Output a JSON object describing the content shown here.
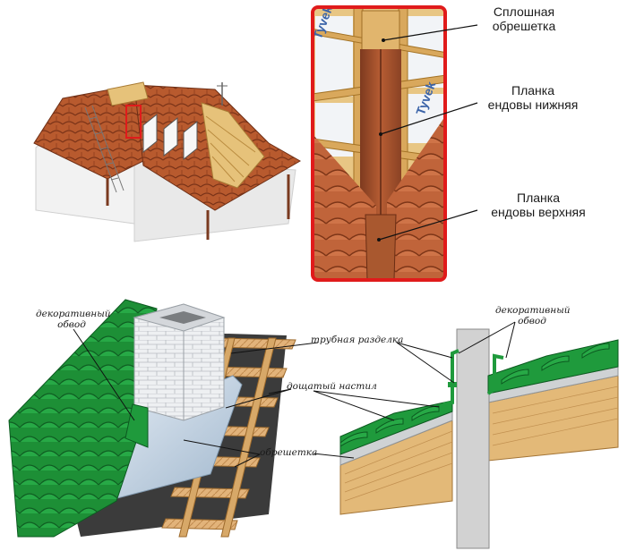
{
  "top_callouts": {
    "continuous_lathing": [
      "Сплошная",
      "обрешетка"
    ],
    "valley_lower_strip": [
      "Планка",
      "ендовы нижняя"
    ],
    "valley_upper_strip": [
      "Планка",
      "ендовы верхняя"
    ]
  },
  "bottom_left": {
    "decorative_trim": [
      "декоративный",
      "обвод"
    ],
    "pipe_flashing": "трубная разделка",
    "board_deck": "дощатый настил",
    "lathing": "обрешетка"
  },
  "bottom_right": {
    "decorative_trim": [
      "декоративный",
      "обвод"
    ]
  },
  "membrane_brand": "Tyvek",
  "colors": {
    "highlight_red": "#e01b1b",
    "tile_terracotta": "#b5502a",
    "metal_green": "#1f9a3c",
    "copper": "#a8532b",
    "wood": "#e3b978"
  }
}
